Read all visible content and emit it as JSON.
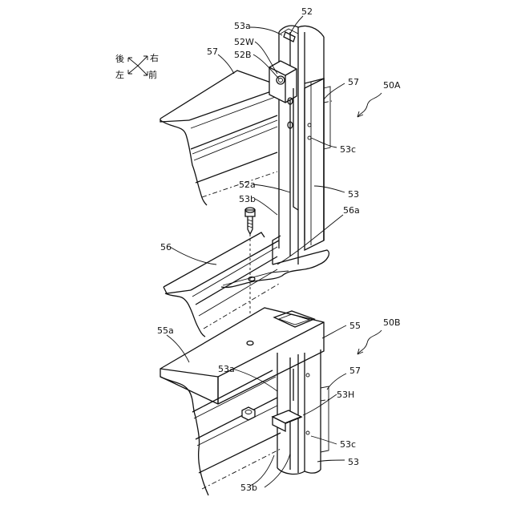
{
  "labels": {
    "l53a_top": "53a",
    "l52": "52",
    "l52W": "52W",
    "l52B": "52B",
    "l57_left": "57",
    "l57_top_right": "57",
    "l50A": "50A",
    "l53c_top": "53c",
    "l52a": "52a",
    "l53_top": "53",
    "l53b_top": "53b",
    "l56a": "56a",
    "l56": "56",
    "l55a": "55a",
    "l55": "55",
    "l50B": "50B",
    "l53a_bottom": "53a",
    "l57_bottom": "57",
    "l53H": "53H",
    "l53c_bottom": "53c",
    "l53_bottom": "53",
    "l53b_bottom": "53b"
  },
  "orientation": {
    "rear": "後",
    "right": "右",
    "left": "左",
    "front": "前"
  }
}
